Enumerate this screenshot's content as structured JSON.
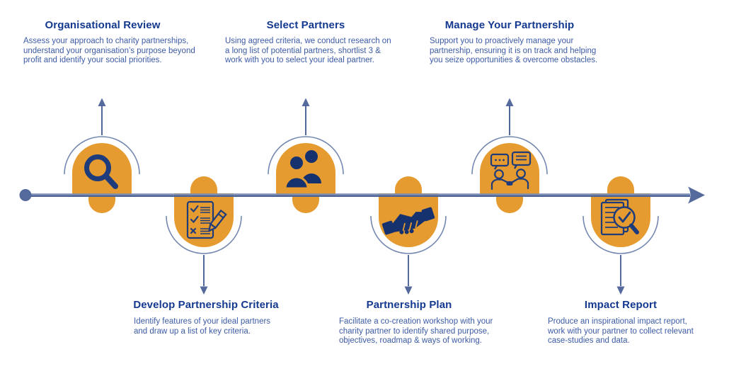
{
  "diagram": {
    "type": "horizontal-process-timeline",
    "direction": "left-to-right",
    "start_marker": "dot",
    "end_marker": "arrow"
  },
  "colors": {
    "node_orange": "#E59B2F",
    "title_blue": "#14398F",
    "body_blue": "#3C5BA4",
    "icon_navy": "#1E3C7C",
    "timeline_slate": "#54699C",
    "background": "#FFFFFF"
  },
  "steps": [
    {
      "title": "Organisational Review",
      "description": [
        "Assess your approach to charity partnerships,",
        "understand your organisation’s purpose beyond",
        "profit and identify your social priorities."
      ],
      "icon": "search-icon",
      "position": "top"
    },
    {
      "title": "Develop Partnership Criteria",
      "description": [
        "Identify features of your ideal partners",
        "and draw up a list of key criteria."
      ],
      "icon": "checklist-pencil-icon",
      "position": "bottom"
    },
    {
      "title": "Select Partners",
      "description": [
        "Using agreed criteria, we conduct research on",
        "a long list of potential partners, shortlist 3 &",
        "work with you to select your ideal partner."
      ],
      "icon": "team-icon",
      "position": "top"
    },
    {
      "title": "Partnership Plan",
      "description": [
        "Facilitate a co-creation workshop with your",
        "charity partner to identify shared purpose,",
        "objectives, roadmap & ways of working."
      ],
      "icon": "handshake-icon",
      "position": "bottom"
    },
    {
      "title": "Manage Your Partnership",
      "description": [
        "Support you to proactively manage your",
        "partnership, ensuring it is on track and helping",
        "you seize opportunities & overcome obstacles."
      ],
      "icon": "conversation-icon",
      "position": "top"
    },
    {
      "title": "Impact Report",
      "description": [
        "Produce an inspirational impact report,",
        "work with your partner to collect relevant",
        "case-studies and data."
      ],
      "icon": "report-review-icon",
      "position": "bottom"
    }
  ]
}
